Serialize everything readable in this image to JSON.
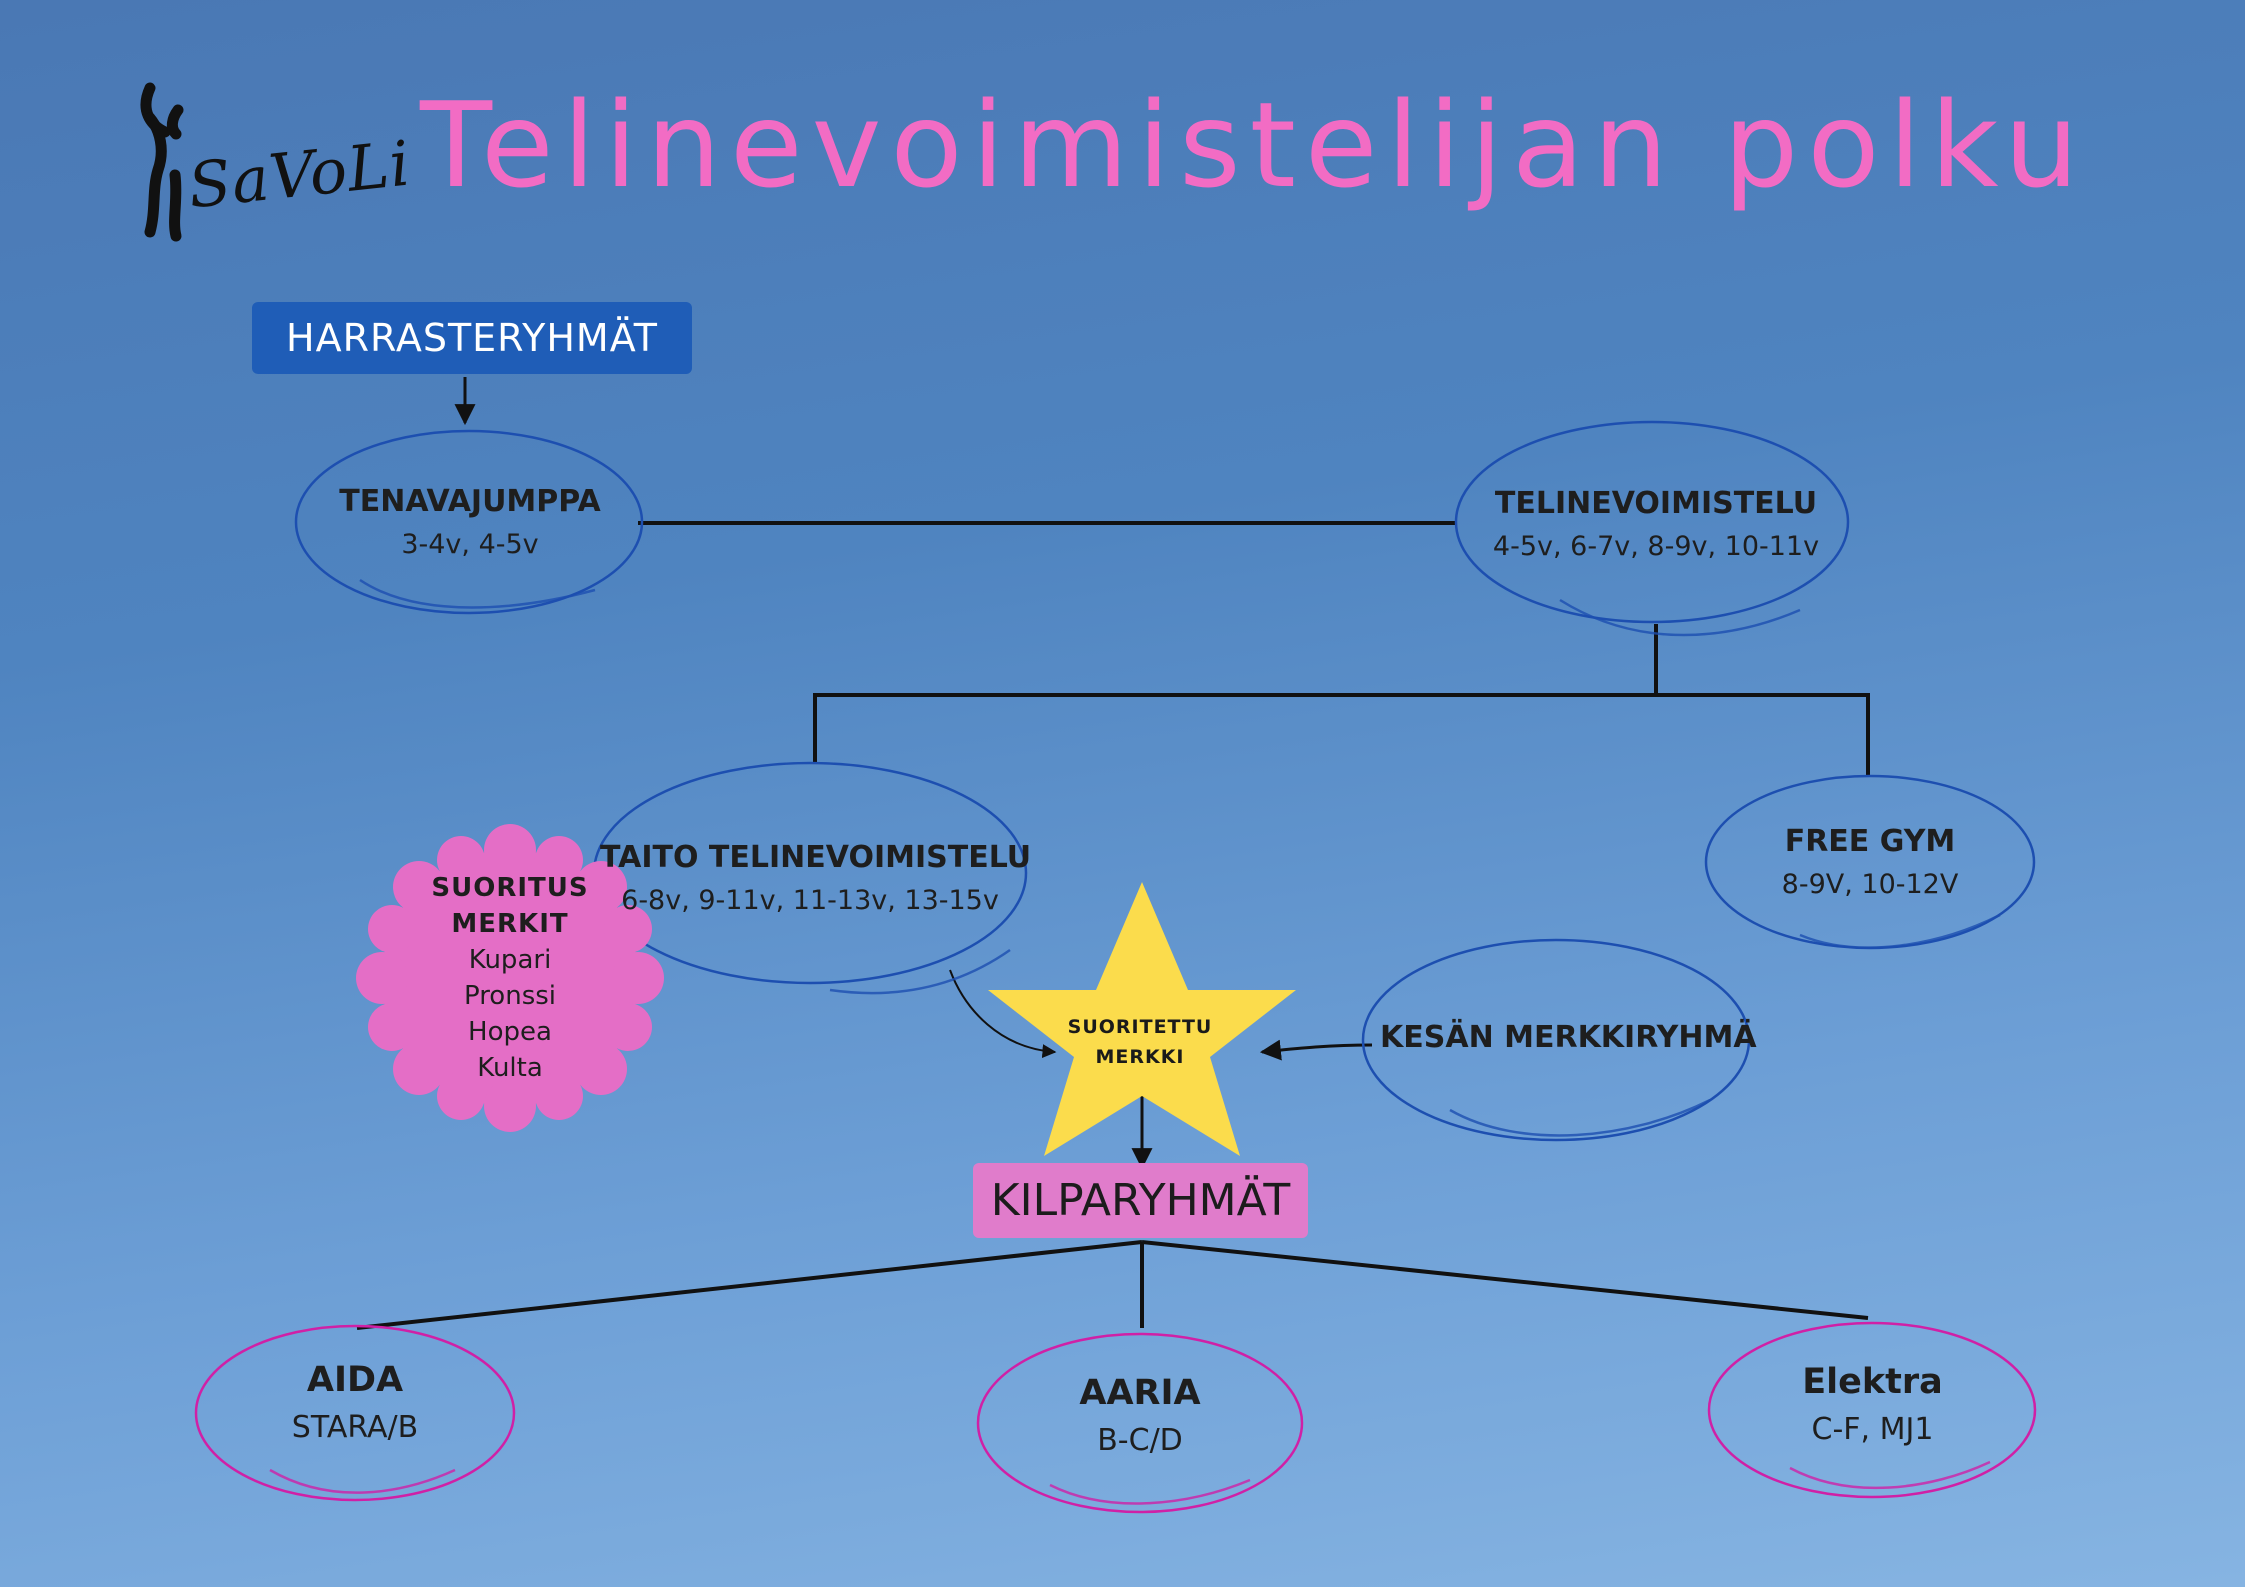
{
  "title": "Telinevoimistelijan polku",
  "logo": {
    "text": "SaVoLi"
  },
  "headers": {
    "harrasteryhmat": "HARRASTERYHMÄT",
    "kilparyhmat": "KILPARYHMÄT"
  },
  "nodes": {
    "tenavajumppa": {
      "title": "TENAVAJUMPPA",
      "ages": "3-4v, 4-5v"
    },
    "telinevoimistelu": {
      "title": "TELINEVOIMISTELU",
      "ages": "4-5v, 6-7v, 8-9v, 10-11v"
    },
    "taito": {
      "title": "TAITO TELINEVOIMISTELU",
      "ages": "6-8v, 9-11v, 11-13v, 13-15v"
    },
    "freegym": {
      "title": "FREE GYM",
      "ages": "8-9V, 10-12V"
    },
    "kesan": {
      "title": "KESÄN MERKKIRYHMÄ"
    },
    "aida": {
      "title": "AIDA",
      "level": "STARA/B"
    },
    "aaria": {
      "title": "AARIA",
      "level": "B-C/D"
    },
    "elektra": {
      "title": "Elektra",
      "level": "C-F, MJ1"
    }
  },
  "badge": {
    "line1": "SUORITUS",
    "line2": "MERKIT",
    "items": [
      "Kupari",
      "Pronssi",
      "Hopea",
      "Kulta"
    ]
  },
  "star": {
    "line1": "SUORITETTU",
    "line2": "MERKKI"
  },
  "colors": {
    "title": "#f26cc4",
    "blue_header": "#1f5db7",
    "pink_header": "#e07ccb",
    "ellipse_blue": "#1d4fb0",
    "ellipse_pink": "#d020a6",
    "star": "#fbdc4c",
    "badge": "#e46ec6"
  }
}
